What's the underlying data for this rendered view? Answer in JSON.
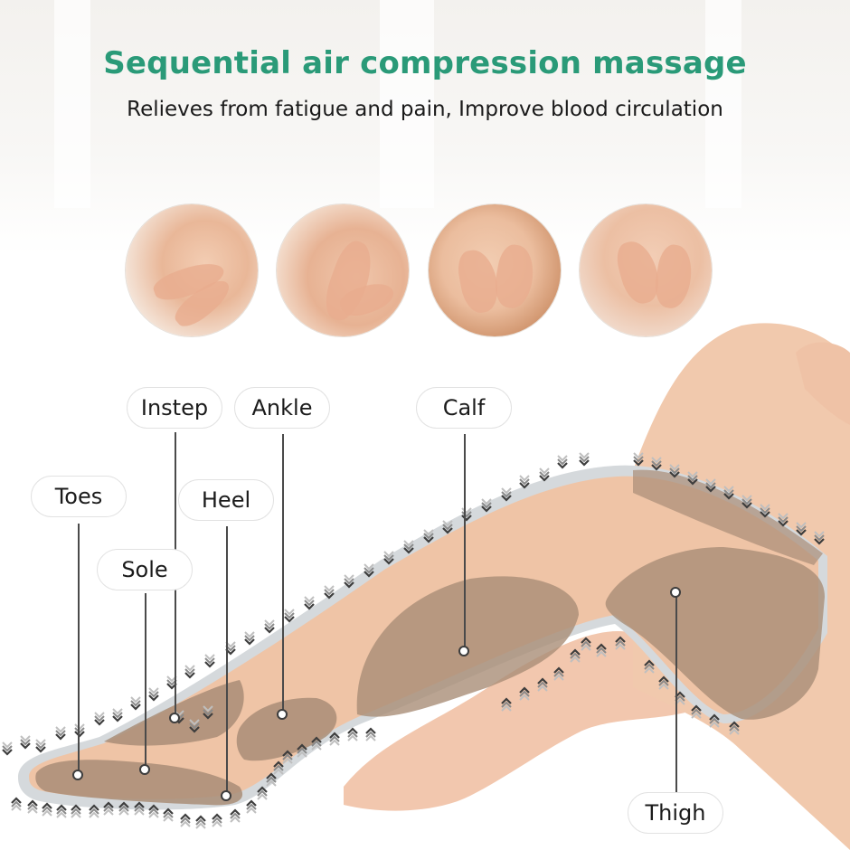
{
  "header": {
    "title": "Sequential air compression massage",
    "subtitle": "Relieves from fatigue and pain, Improve blood circulation"
  },
  "colors": {
    "title": "#2a9a78",
    "text": "#1b1b1b",
    "skin": "#f0c7a8",
    "chamber": "#a88a70",
    "sleeve_outline": "#c9ced2"
  },
  "massage_images": [
    {
      "depicts": "foot massage"
    },
    {
      "depicts": "ankle massage"
    },
    {
      "depicts": "calf massage"
    },
    {
      "depicts": "thigh massage"
    }
  ],
  "zones": {
    "toes": "Toes",
    "sole": "Sole",
    "instep": "Instep",
    "heel": "Heel",
    "ankle": "Ankle",
    "calf": "Calf",
    "thigh": "Thigh"
  },
  "icons": {
    "compression_arrow_down": "chevron-down-icon",
    "compression_arrow_up": "chevron-up-icon"
  }
}
